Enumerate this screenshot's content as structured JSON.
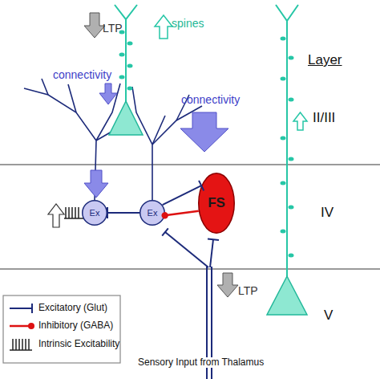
{
  "diagram": {
    "nodes": [
      {
        "text": [
          "Ex"
        ]
      },
      {
        "text": [
          "Ex"
        ]
      },
      {
        "text": [
          "FS"
        ]
      }
    ],
    "edges": [
      {
        "from": 1,
        "to": 0,
        "arrow": "to"
      },
      {
        "from": 1,
        "to": 2,
        "arrow": "to"
      },
      {
        "from": 2,
        "to": 1,
        "arrow": "to"
      }
    ],
    "labels": [
      "LTP",
      "spines",
      "connectivity",
      "Layer",
      "II/III",
      "IV",
      "V",
      "connectivity",
      "LTP",
      "Sensory Input from Thalamus"
    ],
    "legend": [
      {
        "text": "Excitatory (Glut)"
      },
      {
        "text": "Inhibitory (GABA)"
      },
      {
        "text": "Intrinsic Excitability"
      }
    ]
  }
}
